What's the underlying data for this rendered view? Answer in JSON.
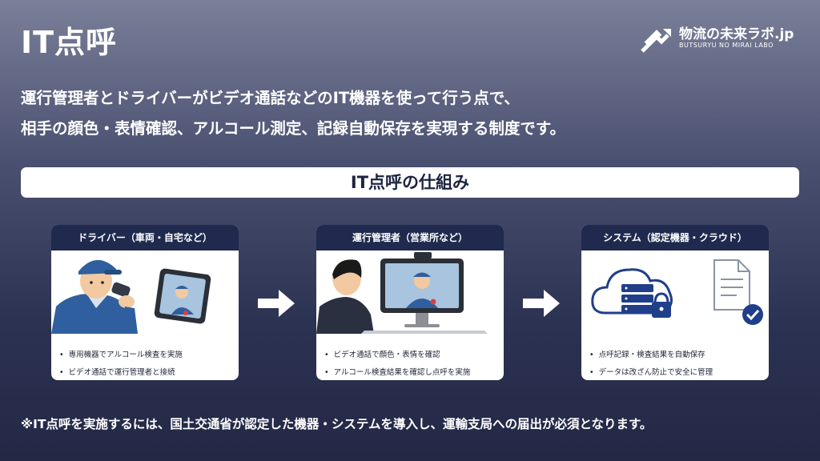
{
  "header": {
    "title": "IT点呼",
    "logo_name": "物流の未来ラボ.jp",
    "logo_sub": "BUTSURYU NO MIRAI LABO"
  },
  "description": {
    "line1": "運行管理者とドライバーがビデオ通話などのIT機器を使って行う点で、",
    "line2": "相手の顔色・表情確認、アルコール測定、記録自動保存を実現する制度です。"
  },
  "mechanism": {
    "heading": "IT点呼の仕組み",
    "panels": [
      {
        "title": "ドライバー（車両・自宅など）",
        "items": [
          "専用機器でアルコール検査を実施",
          "ビデオ通話で運行管理者と接続"
        ]
      },
      {
        "title": "運行管理者（営業所など）",
        "items": [
          "ビデオ通話で顔色・表情を確認",
          "アルコール検査結果を確認し点呼を実施"
        ]
      },
      {
        "title": "システム（認定機器・クラウド）",
        "items": [
          "点呼記録・検査結果を自動保存",
          "データは改ざん防止で安全に管理"
        ]
      }
    ]
  },
  "footer_note": "※IT点呼を実施するには、国土交通省が認定した機器・システムを導入し、運輸支局への届出が必須となります。",
  "colors": {
    "navy": "#1f2a4e",
    "uniform": "#2f5f9e",
    "accent_check": "#1f3f8a"
  }
}
